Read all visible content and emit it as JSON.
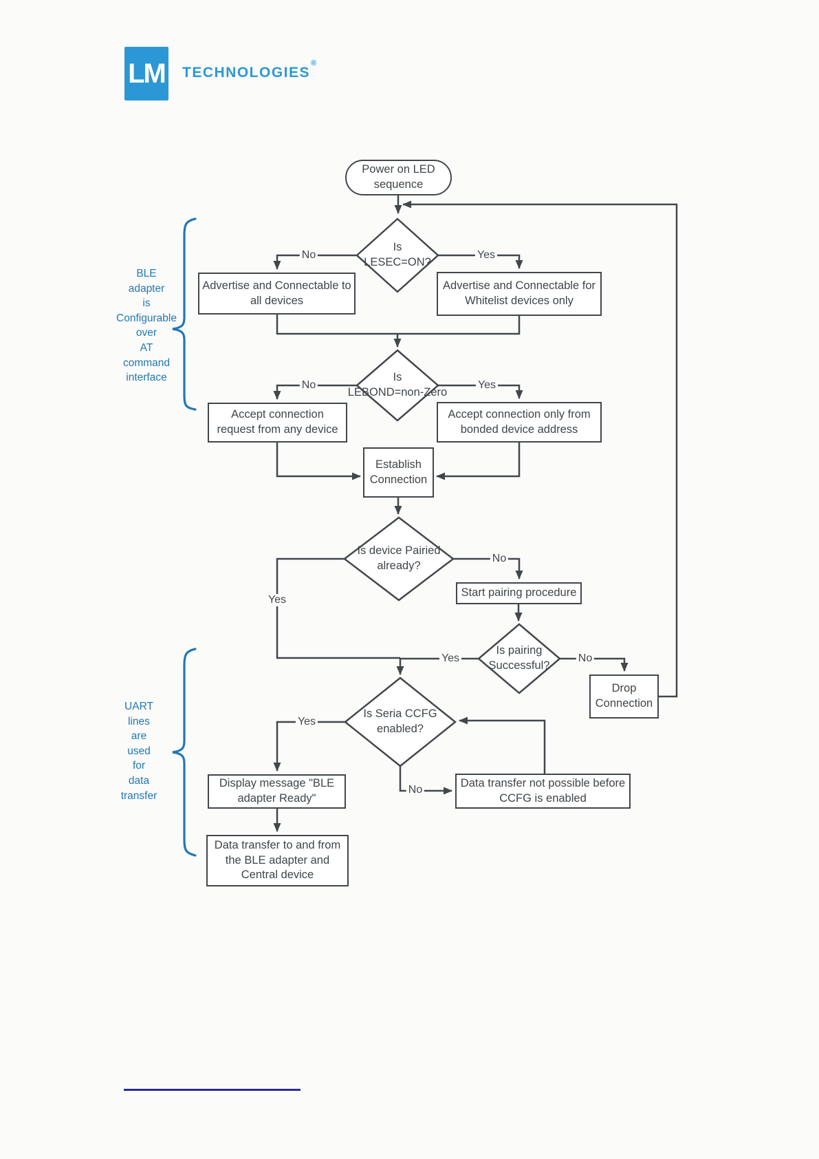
{
  "logo": {
    "mark": "LM",
    "name": "TECHNOLOGIES",
    "registered_mark": "®"
  },
  "flowchart": {
    "nodes": {
      "power_on": "Power on LED\nsequence",
      "lesec": "Is\nLESEC=ON?",
      "adv_all": "Advertise and Connectable to\nall devices",
      "adv_whitelist": "Advertise and Connectable for\nWhitelist devices only",
      "lebond": "Is\nLEBOND=non-Zero",
      "accept_any": "Accept connection\nrequest from any device",
      "accept_bonded": "Accept connection only from\nbonded device address",
      "establish": "Establish\nConnection",
      "paired": "Is device Pairied\nalready?",
      "start_pairing": "Start pairing procedure",
      "pairing_success": "Is pairing\nSuccessful?",
      "drop": "Drop\nConnection",
      "ccfg": "Is Seria CCFG\nenabled?",
      "display_ready": "Display message \"BLE\nadapter Ready\"",
      "no_transfer": "Data transfer not possible before\nCCFG is enabled",
      "data_transfer": "Data transfer to and from\nthe BLE adapter and\nCentral device"
    },
    "edge_labels": {
      "lesec_no": "No",
      "lesec_yes": "Yes",
      "lebond_no": "No",
      "lebond_yes": "Yes",
      "paired_no": "No",
      "paired_yes": "Yes",
      "pairing_yes": "Yes",
      "pairing_no": "No",
      "ccfg_yes": "Yes",
      "ccfg_no": "No"
    },
    "annotations": {
      "config": "BLE\nadapter\nis\nConfigurable\nover\nAT\ncommand\ninterface",
      "uart": "UART\nlines\nare\nused\nfor\ndata\ntransfer"
    },
    "colors": {
      "line": "#42474b",
      "node_text": "#3f4549",
      "annotation_blue": "#2178b5",
      "logo_blue": "#2b98d5",
      "footer_rule": "#29299a"
    }
  }
}
